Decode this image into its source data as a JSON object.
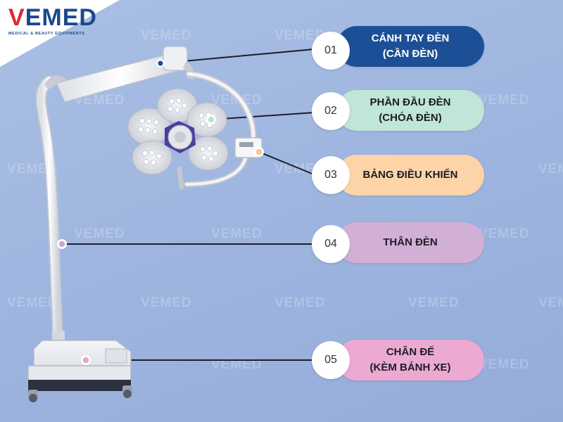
{
  "logo": {
    "brand": "VEMED",
    "brand_v": "V",
    "brand_rest": "EMED",
    "tagline": "MEDICAL & BEAUTY EQUIPMENTS"
  },
  "watermark_text": "VEMED",
  "colors": {
    "background": "#a2b9e2",
    "pill_1": "#1c4f95",
    "pill_2": "#bfe6d6",
    "pill_3": "#fcd4a8",
    "pill_4": "#d2b0d6",
    "pill_5": "#ecaad2",
    "dot_1": "#1c4f95",
    "dot_2": "#b9e4cf",
    "dot_3": "#f8c890",
    "dot_4": "#cfa6d2",
    "dot_5": "#e8a4cc",
    "led_ring": "#4a3e9e"
  },
  "parts": [
    {
      "number": "01",
      "line1": "CÁNH TAY ĐÈN",
      "line2": "(CẦN ĐÈN)"
    },
    {
      "number": "02",
      "line1": "PHẦN ĐẦU ĐÈN",
      "line2": "(CHÓA ĐÈN)"
    },
    {
      "number": "03",
      "line1": "BẢNG ĐIỀU KHIỂN",
      "line2": ""
    },
    {
      "number": "04",
      "line1": "THÂN ĐÈN",
      "line2": ""
    },
    {
      "number": "05",
      "line1": "CHÂN ĐẾ",
      "line2": "(KÈM BÁNH XE)"
    }
  ]
}
